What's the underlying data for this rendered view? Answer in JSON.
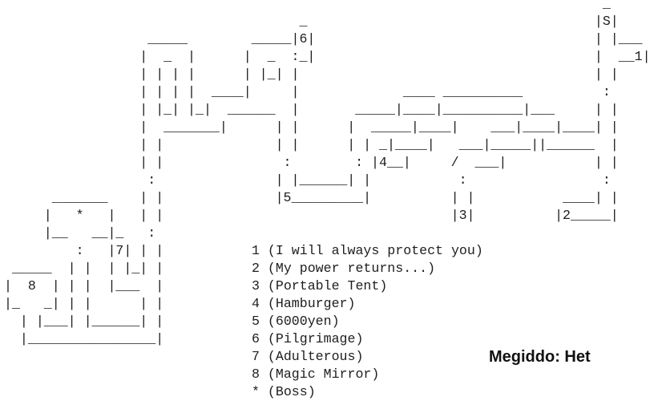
{
  "map": {
    "rows": [
      "                                                                           _",
      "                                     _                                    |S|",
      "                  _____        _____|6|                                   | |___",
      "                 |  _  |      |  _  :_|                                   |  __1|",
      "                 | | | |      | |_| |                                     | |",
      "                 | | | |  ____|     |             ____ __________          :",
      "                 | |_| |_|  ______  |       _____|____|__________|___     | |",
      "                 |  _______|      | |      |  _____|____|    ___|____|____| |",
      "                 | |              | |      | | _|____|   ___|_____||______  |",
      "                 | |               :        : |4__|     /  ___|           | |",
      "                  :               | |______| |           :                 :",
      "      _______    | |              |5_________|          | |           ____| |",
      "     |   *   |   | |                                    |3|          |2_____|",
      "     |__   __|_   :",
      "         :   |7| | |",
      " _____  | |  | |_| |",
      "|  8  | | |  |___  |",
      "|_   _| | |      | |",
      "  | |___| |______| |",
      "  |________________|"
    ]
  },
  "legend": [
    "1 (I will always protect you)",
    "2 (My power returns...)",
    "3 (Portable Tent)",
    "4 (Hamburger)",
    "5 (6000yen)",
    "6 (Pilgrimage)",
    "7 (Adulterous)",
    "8 (Magic Mirror)",
    "* (Boss)"
  ],
  "title": "Megiddo: Het"
}
